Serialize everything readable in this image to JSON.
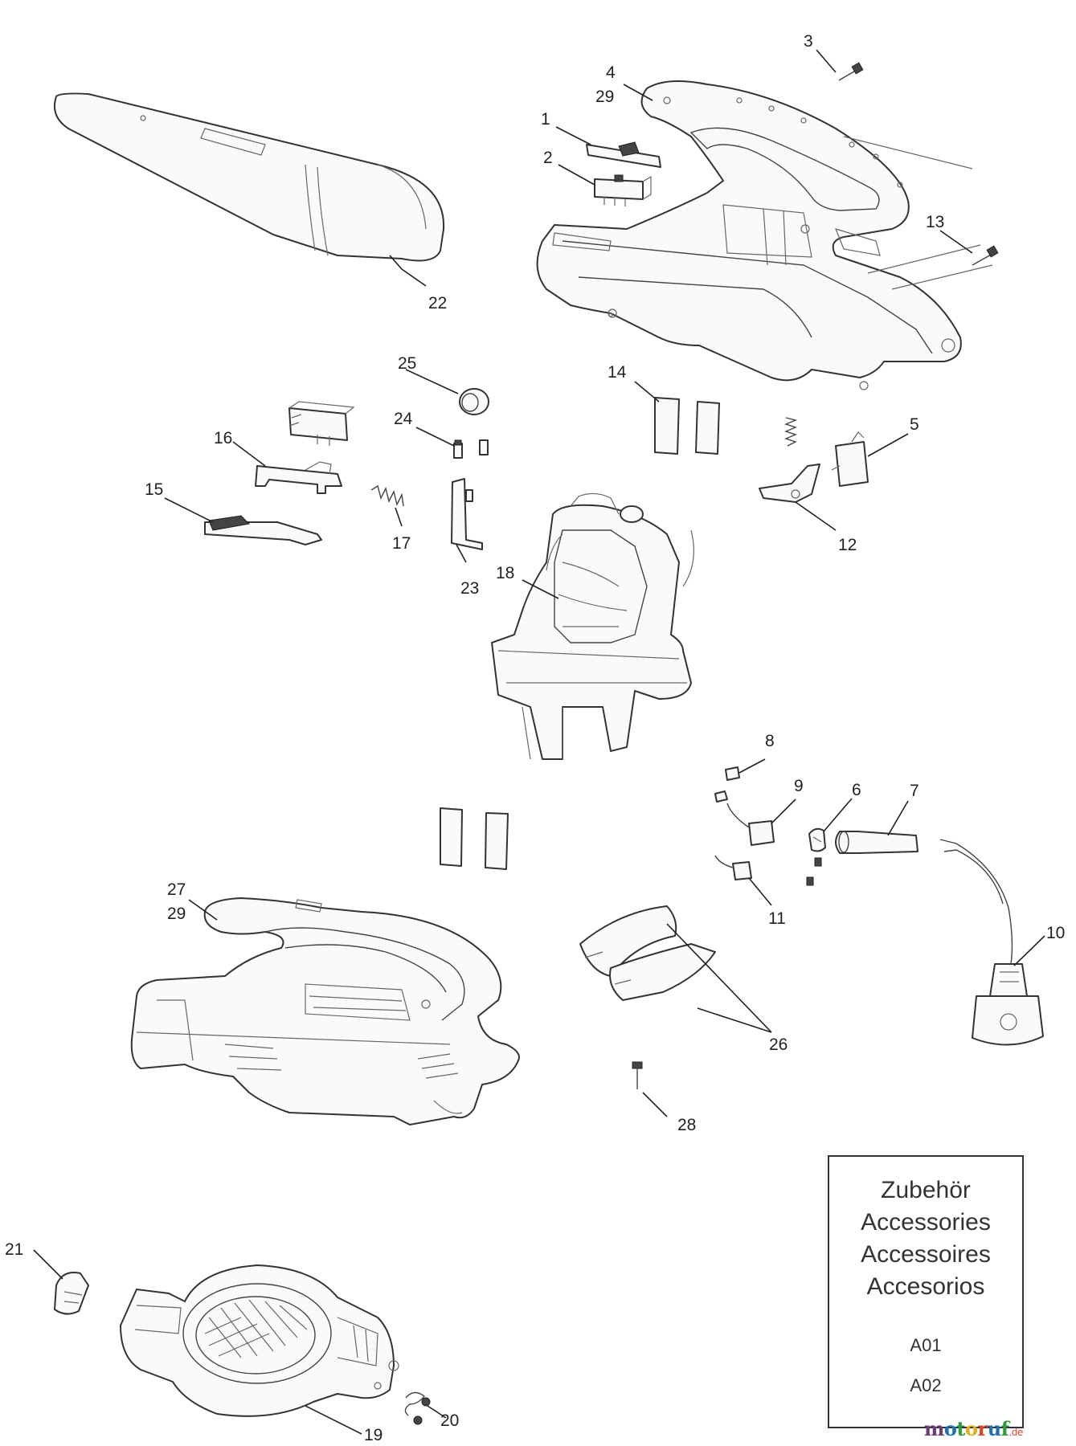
{
  "callouts": [
    {
      "id": "c1",
      "lines": [
        "1"
      ]
    },
    {
      "id": "c2",
      "lines": [
        "2"
      ]
    },
    {
      "id": "c3",
      "lines": [
        "3"
      ]
    },
    {
      "id": "c4",
      "lines": [
        "4",
        "29"
      ]
    },
    {
      "id": "c5",
      "lines": [
        "5"
      ]
    },
    {
      "id": "c6",
      "lines": [
        "6"
      ]
    },
    {
      "id": "c7",
      "lines": [
        "7"
      ]
    },
    {
      "id": "c8",
      "lines": [
        "8"
      ]
    },
    {
      "id": "c9",
      "lines": [
        "9"
      ]
    },
    {
      "id": "c10",
      "lines": [
        "10"
      ]
    },
    {
      "id": "c11",
      "lines": [
        "11"
      ]
    },
    {
      "id": "c12",
      "lines": [
        "12"
      ]
    },
    {
      "id": "c13",
      "lines": [
        "13"
      ]
    },
    {
      "id": "c14",
      "lines": [
        "14"
      ]
    },
    {
      "id": "c15",
      "lines": [
        "15"
      ]
    },
    {
      "id": "c16",
      "lines": [
        "16"
      ]
    },
    {
      "id": "c17",
      "lines": [
        "17"
      ]
    },
    {
      "id": "c18",
      "lines": [
        "18"
      ]
    },
    {
      "id": "c19",
      "lines": [
        "19"
      ]
    },
    {
      "id": "c20",
      "lines": [
        "20"
      ]
    },
    {
      "id": "c21",
      "lines": [
        "21"
      ]
    },
    {
      "id": "c22",
      "lines": [
        "22"
      ]
    },
    {
      "id": "c23",
      "lines": [
        "23"
      ]
    },
    {
      "id": "c24",
      "lines": [
        "24"
      ]
    },
    {
      "id": "c25",
      "lines": [
        "25"
      ]
    },
    {
      "id": "c26",
      "lines": [
        "26"
      ]
    },
    {
      "id": "c27",
      "lines": [
        "27",
        "29"
      ]
    },
    {
      "id": "c28",
      "lines": [
        "28"
      ]
    }
  ],
  "accessories_box": {
    "title_lines": [
      "Zubehör",
      "Accessories",
      "Accessoires",
      "Accesorios"
    ],
    "codes": [
      "A01",
      "A02"
    ]
  },
  "watermark": {
    "parts": [
      "m",
      "o",
      "t",
      "o",
      "r",
      "u",
      "f"
    ],
    "suffix": ".de"
  }
}
